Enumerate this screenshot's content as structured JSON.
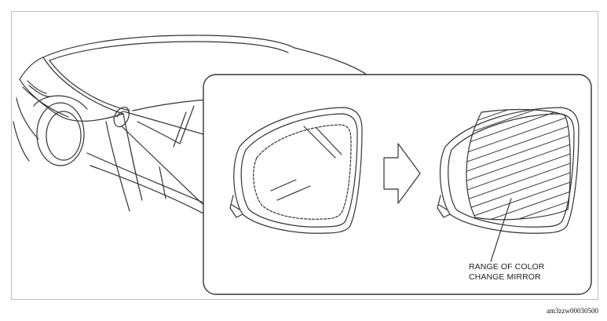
{
  "figure": {
    "callout_line1": "RANGE OF COLOR",
    "callout_line2": "CHANGE MIRROR",
    "image_code": "am3zzw00030500"
  }
}
